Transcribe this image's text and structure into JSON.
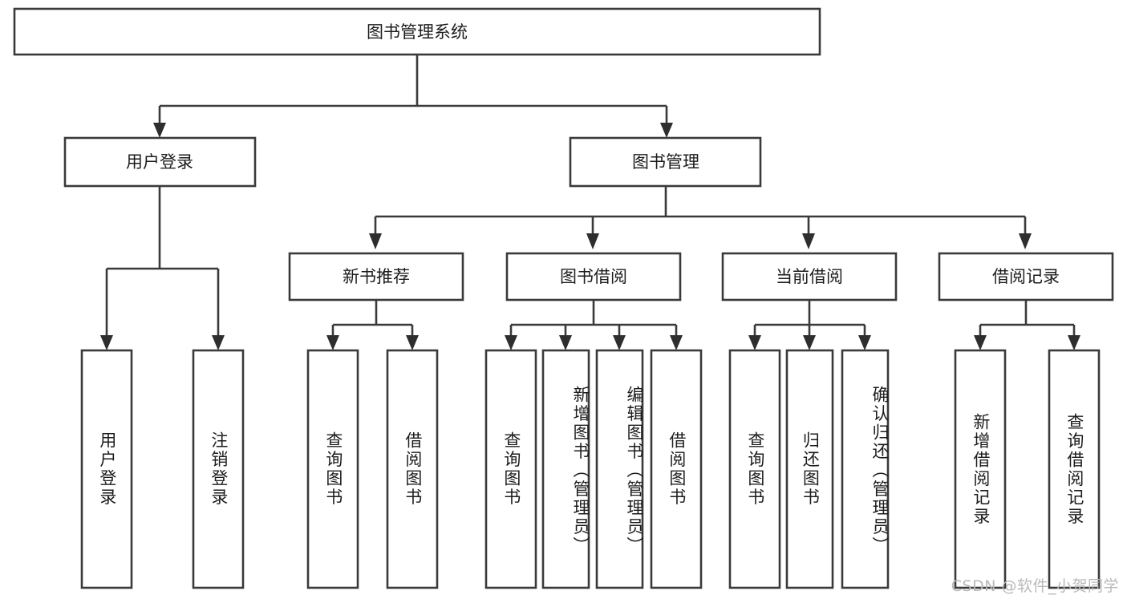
{
  "diagram": {
    "type": "tree",
    "title": "图书管理系统",
    "orientation": "top-down",
    "colors": {
      "background": "#ffffff",
      "box_stroke": "#3a3a3a",
      "box_fill": "#ffffff",
      "text": "#1c1c1c",
      "connector": "#3a3a3a",
      "watermark": "#b9b9b9"
    },
    "root": {
      "label": "图书管理系统"
    },
    "level2": [
      {
        "label": "用户登录"
      },
      {
        "label": "图书管理"
      }
    ],
    "level3": [
      {
        "label": "新书推荐"
      },
      {
        "label": "图书借阅"
      },
      {
        "label": "当前借阅"
      },
      {
        "label": "借阅记录"
      }
    ],
    "leaves": {
      "user_login": [
        {
          "label": "用户登录"
        },
        {
          "label": "注销登录"
        }
      ],
      "new_book": [
        {
          "label": "查询图书"
        },
        {
          "label": "借阅图书"
        }
      ],
      "book_borrow": [
        {
          "label": "查询图书"
        },
        {
          "label": "新增图书（管理员）"
        },
        {
          "label": "编辑图书（管理员）"
        },
        {
          "label": "借阅图书"
        }
      ],
      "current_borrow": [
        {
          "label": "查询图书"
        },
        {
          "label": "归还图书"
        },
        {
          "label": "确认归还（管理员）"
        }
      ],
      "borrow_record": [
        {
          "label": "新增借阅记录"
        },
        {
          "label": "查询借阅记录"
        }
      ]
    }
  },
  "watermark": {
    "text": "CSDN @软件_小贺同学"
  }
}
